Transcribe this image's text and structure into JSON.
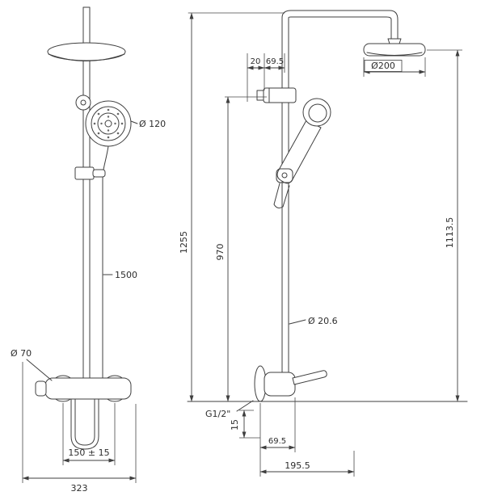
{
  "meta": {
    "title": "Shower column technical drawing"
  },
  "front_view": {
    "hand_shower_diameter": "Ø 120",
    "hose_length": "1500",
    "escutcheon_diameter": "Ø 70",
    "inlet_spacing": "150 ± 15",
    "overall_width": "323"
  },
  "side_view": {
    "top_offset": "20",
    "top_arm_offset": "69.5",
    "head_diameter": "Ø200",
    "height_to_head": "1113.5",
    "overall_height": "1255",
    "riser_height": "970",
    "pipe_diameter": "Ø 20.6",
    "thread_size": "G1/2\"",
    "wall_offset": "15",
    "body_depth": "69.5",
    "reach": "195.5"
  }
}
